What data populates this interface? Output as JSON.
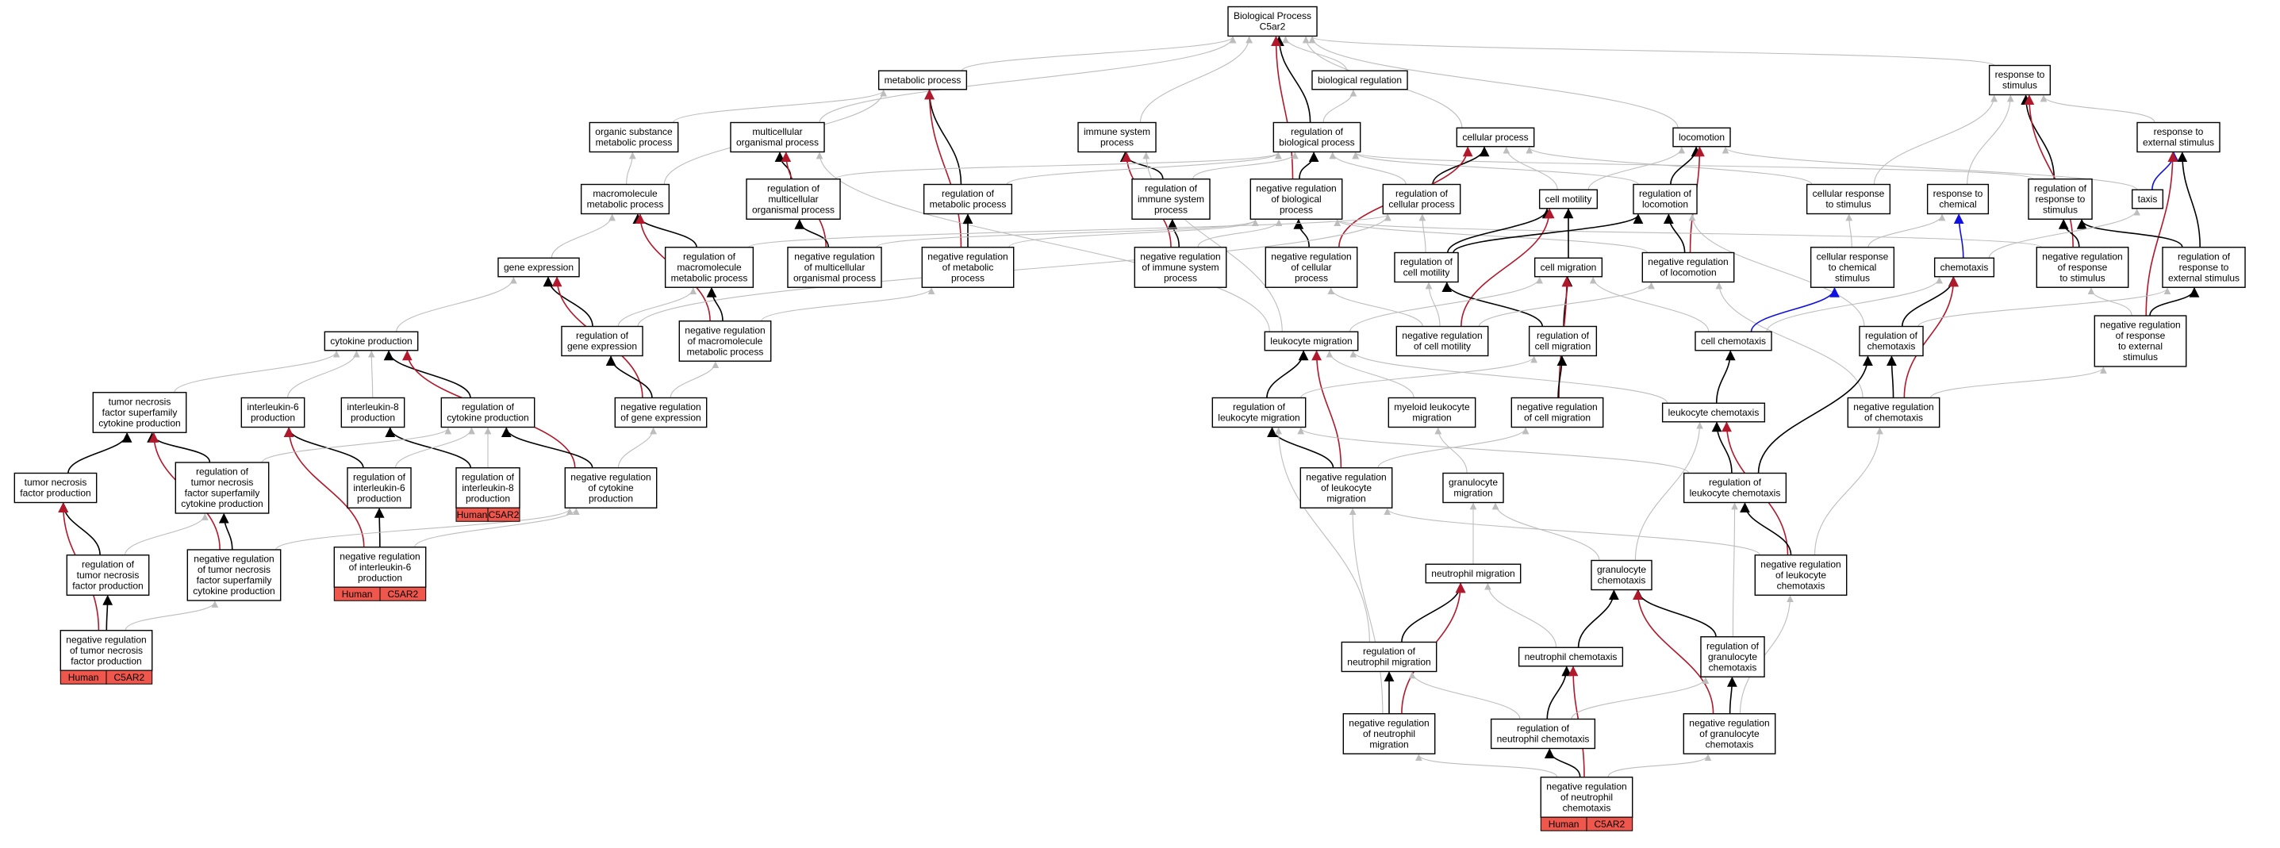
{
  "colors": {
    "grey_edge": "#bdbdbd",
    "black_edge": "#000000",
    "red_edge": "#b2182b",
    "blue_edge": "#1010e0",
    "tag_fill": "#f0574c"
  },
  "nodes": [
    {
      "id": "root",
      "label": [
        "Biological Process",
        "C5ar2"
      ]
    },
    {
      "id": "metabolic",
      "label": [
        "metabolic process"
      ]
    },
    {
      "id": "biolreg",
      "label": [
        "biological regulation"
      ]
    },
    {
      "id": "response",
      "label": [
        "response to",
        "stimulus"
      ]
    },
    {
      "id": "organic",
      "label": [
        "organic substance",
        "metabolic process"
      ]
    },
    {
      "id": "multicell",
      "label": [
        "multicellular",
        "organismal process"
      ]
    },
    {
      "id": "immune",
      "label": [
        "immune system",
        "process"
      ]
    },
    {
      "id": "regbio",
      "label": [
        "regulation of",
        "biological process"
      ]
    },
    {
      "id": "cellular",
      "label": [
        "cellular process"
      ]
    },
    {
      "id": "locomotion",
      "label": [
        "locomotion"
      ]
    },
    {
      "id": "respext",
      "label": [
        "response to",
        "external stimulus"
      ]
    },
    {
      "id": "macro",
      "label": [
        "macromolecule",
        "metabolic process"
      ]
    },
    {
      "id": "regmulti",
      "label": [
        "regulation of",
        "multicellular",
        "organismal process"
      ]
    },
    {
      "id": "regmetab",
      "label": [
        "regulation of",
        "metabolic process"
      ]
    },
    {
      "id": "regimmune",
      "label": [
        "regulation of",
        "immune system",
        "process"
      ]
    },
    {
      "id": "negregbio",
      "label": [
        "negative regulation",
        "of biological",
        "process"
      ]
    },
    {
      "id": "regcell",
      "label": [
        "regulation of",
        "cellular process"
      ]
    },
    {
      "id": "cellmot",
      "label": [
        "cell motility"
      ]
    },
    {
      "id": "regloco",
      "label": [
        "regulation of",
        "locomotion"
      ]
    },
    {
      "id": "cellresp",
      "label": [
        "cellular response",
        "to stimulus"
      ]
    },
    {
      "id": "respchem",
      "label": [
        "response to",
        "chemical"
      ]
    },
    {
      "id": "regresp",
      "label": [
        "regulation of",
        "response to",
        "stimulus"
      ]
    },
    {
      "id": "taxis",
      "label": [
        "taxis"
      ]
    },
    {
      "id": "geneexp",
      "label": [
        "gene expression"
      ]
    },
    {
      "id": "regmacro",
      "label": [
        "regulation of",
        "macromolecule",
        "metabolic process"
      ]
    },
    {
      "id": "negregmulti",
      "label": [
        "negative regulation",
        "of multicellular",
        "organismal process"
      ]
    },
    {
      "id": "negregmetab",
      "label": [
        "negative regulation",
        "of metabolic",
        "process"
      ]
    },
    {
      "id": "negregimmune",
      "label": [
        "negative regulation",
        "of immune system",
        "process"
      ]
    },
    {
      "id": "negregcell",
      "label": [
        "negative regulation",
        "of cellular",
        "process"
      ]
    },
    {
      "id": "regcellmot",
      "label": [
        "regulation of",
        "cell motility"
      ]
    },
    {
      "id": "cellmig",
      "label": [
        "cell migration"
      ]
    },
    {
      "id": "negregloco",
      "label": [
        "negative regulation",
        "of locomotion"
      ]
    },
    {
      "id": "cellrespchem",
      "label": [
        "cellular response",
        "to chemical",
        "stimulus"
      ]
    },
    {
      "id": "chemotaxis",
      "label": [
        "chemotaxis"
      ]
    },
    {
      "id": "negregresp",
      "label": [
        "negative regulation",
        "of response",
        "to stimulus"
      ]
    },
    {
      "id": "regrespext",
      "label": [
        "regulation of",
        "response to",
        "external stimulus"
      ]
    },
    {
      "id": "cytokine",
      "label": [
        "cytokine production"
      ]
    },
    {
      "id": "reggene",
      "label": [
        "regulation of",
        "gene expression"
      ]
    },
    {
      "id": "negregmacro",
      "label": [
        "negative regulation",
        "of macromolecule",
        "metabolic process"
      ]
    },
    {
      "id": "leukmig",
      "label": [
        "leukocyte migration"
      ]
    },
    {
      "id": "negregcellmot",
      "label": [
        "negative regulation",
        "of cell motility"
      ]
    },
    {
      "id": "regcellmig",
      "label": [
        "regulation of",
        "cell migration"
      ]
    },
    {
      "id": "cellchemo",
      "label": [
        "cell chemotaxis"
      ]
    },
    {
      "id": "regchemo",
      "label": [
        "regulation of",
        "chemotaxis"
      ]
    },
    {
      "id": "negregrespext",
      "label": [
        "negative regulation",
        "of response",
        "to external",
        "stimulus"
      ]
    },
    {
      "id": "tnfsf",
      "label": [
        "tumor necrosis",
        "factor superfamily",
        "cytokine production"
      ]
    },
    {
      "id": "il6",
      "label": [
        "interleukin-6",
        "production"
      ]
    },
    {
      "id": "il8",
      "label": [
        "interleukin-8",
        "production"
      ]
    },
    {
      "id": "regcyto",
      "label": [
        "regulation of",
        "cytokine production"
      ]
    },
    {
      "id": "negreggene",
      "label": [
        "negative regulation",
        "of gene expression"
      ]
    },
    {
      "id": "regleukmig",
      "label": [
        "regulation of",
        "leukocyte migration"
      ]
    },
    {
      "id": "myeloid",
      "label": [
        "myeloid leukocyte",
        "migration"
      ]
    },
    {
      "id": "negregcellmig",
      "label": [
        "negative regulation",
        "of cell migration"
      ]
    },
    {
      "id": "leukchemo",
      "label": [
        "leukocyte chemotaxis"
      ]
    },
    {
      "id": "negregchemo",
      "label": [
        "negative regulation",
        "of chemotaxis"
      ]
    },
    {
      "id": "tnfprod",
      "label": [
        "tumor necrosis",
        "factor production"
      ]
    },
    {
      "id": "regtnfsf",
      "label": [
        "regulation of",
        "tumor necrosis",
        "factor superfamily",
        "cytokine production"
      ]
    },
    {
      "id": "regil6",
      "label": [
        "regulation of",
        "interleukin-6",
        "production"
      ]
    },
    {
      "id": "regil8",
      "label": [
        "regulation of",
        "interleukin-8",
        "production"
      ],
      "tag": [
        "Human",
        "C5AR2"
      ]
    },
    {
      "id": "negregcyto",
      "label": [
        "negative regulation",
        "of cytokine",
        "production"
      ]
    },
    {
      "id": "negregleukmig",
      "label": [
        "negative regulation",
        "of leukocyte",
        "migration"
      ]
    },
    {
      "id": "granmig",
      "label": [
        "granulocyte",
        "migration"
      ]
    },
    {
      "id": "regleukchemo",
      "label": [
        "regulation of",
        "leukocyte chemotaxis"
      ]
    },
    {
      "id": "regtnf",
      "label": [
        "regulation of",
        "tumor necrosis",
        "factor production"
      ]
    },
    {
      "id": "negregtnfsf",
      "label": [
        "negative regulation",
        "of tumor necrosis",
        "factor superfamily",
        "cytokine production"
      ]
    },
    {
      "id": "negregil6",
      "label": [
        "negative regulation",
        "of interleukin-6",
        "production"
      ],
      "tag": [
        "Human",
        "C5AR2"
      ]
    },
    {
      "id": "neutmig",
      "label": [
        "neutrophil migration"
      ]
    },
    {
      "id": "granchemo",
      "label": [
        "granulocyte",
        "chemotaxis"
      ]
    },
    {
      "id": "negregleukchemo",
      "label": [
        "negative regulation",
        "of leukocyte",
        "chemotaxis"
      ]
    },
    {
      "id": "negregtnf",
      "label": [
        "negative regulation",
        "of tumor necrosis",
        "factor production"
      ],
      "tag": [
        "Human",
        "C5AR2"
      ]
    },
    {
      "id": "regneutmig",
      "label": [
        "regulation of",
        "neutrophil migration"
      ]
    },
    {
      "id": "neutchemo",
      "label": [
        "neutrophil chemotaxis"
      ]
    },
    {
      "id": "reggranchemo",
      "label": [
        "regulation of",
        "granulocyte",
        "chemotaxis"
      ]
    },
    {
      "id": "negregneutmig",
      "label": [
        "negative regulation",
        "of neutrophil",
        "migration"
      ]
    },
    {
      "id": "regneutchemo",
      "label": [
        "regulation of",
        "neutrophil chemotaxis"
      ]
    },
    {
      "id": "negreggranchemo",
      "label": [
        "negative regulation",
        "of granulocyte",
        "chemotaxis"
      ]
    },
    {
      "id": "negregneutchemo",
      "label": [
        "negative regulation",
        "of neutrophil",
        "chemotaxis"
      ],
      "tag": [
        "Human",
        "C5AR2"
      ]
    }
  ],
  "edges": [
    [
      "metabolic",
      "root",
      "g"
    ],
    [
      "biolreg",
      "root",
      "g"
    ],
    [
      "response",
      "root",
      "g"
    ],
    [
      "multicell",
      "root",
      "g"
    ],
    [
      "immune",
      "root",
      "g"
    ],
    [
      "regbio",
      "root",
      "k"
    ],
    [
      "cellular",
      "root",
      "g"
    ],
    [
      "locomotion",
      "root",
      "g"
    ],
    [
      "negregbio",
      "root",
      "r"
    ],
    [
      "organic",
      "metabolic",
      "g"
    ],
    [
      "macro",
      "metabolic",
      "g"
    ],
    [
      "regmetab",
      "metabolic",
      "k"
    ],
    [
      "negregmetab",
      "metabolic",
      "r"
    ],
    [
      "regbio",
      "biolreg",
      "g"
    ],
    [
      "respext",
      "response",
      "g"
    ],
    [
      "regresp",
      "response",
      "k"
    ],
    [
      "negregresp",
      "response",
      "r"
    ],
    [
      "cellresp",
      "response",
      "g"
    ],
    [
      "respchem",
      "response",
      "g"
    ],
    [
      "macro",
      "organic",
      "g"
    ],
    [
      "regmulti",
      "multicell",
      "k"
    ],
    [
      "negregmulti",
      "multicell",
      "r"
    ],
    [
      "leukmig",
      "multicell",
      "g"
    ],
    [
      "regimmune",
      "immune",
      "k"
    ],
    [
      "negregimmune",
      "immune",
      "r"
    ],
    [
      "leukmig",
      "immune",
      "g"
    ],
    [
      "negregbio",
      "regbio",
      "k"
    ],
    [
      "regmulti",
      "regbio",
      "g"
    ],
    [
      "regmetab",
      "regbio",
      "g"
    ],
    [
      "regimmune",
      "regbio",
      "g"
    ],
    [
      "regcell",
      "regbio",
      "g"
    ],
    [
      "regloco",
      "regbio",
      "g"
    ],
    [
      "regresp",
      "regbio",
      "g"
    ],
    [
      "regcell",
      "cellular",
      "k"
    ],
    [
      "negregcell",
      "cellular",
      "r"
    ],
    [
      "cellmot",
      "cellular",
      "g"
    ],
    [
      "cellresp",
      "cellular",
      "g"
    ],
    [
      "regloco",
      "locomotion",
      "k"
    ],
    [
      "negregloco",
      "locomotion",
      "r"
    ],
    [
      "cellmot",
      "locomotion",
      "g"
    ],
    [
      "taxis",
      "locomotion",
      "g"
    ],
    [
      "taxis",
      "respext",
      "b"
    ],
    [
      "regrespext",
      "respext",
      "k"
    ],
    [
      "negregrespext",
      "respext",
      "r"
    ],
    [
      "geneexp",
      "macro",
      "g"
    ],
    [
      "regmacro",
      "macro",
      "k"
    ],
    [
      "negregmacro",
      "macro",
      "r"
    ],
    [
      "negregmulti",
      "regmulti",
      "k"
    ],
    [
      "negregmetab",
      "regmetab",
      "k"
    ],
    [
      "negregimmune",
      "regimmune",
      "k"
    ],
    [
      "negregcell",
      "negregbio",
      "k"
    ],
    [
      "negregmulti",
      "negregbio",
      "g"
    ],
    [
      "negregmetab",
      "negregbio",
      "g"
    ],
    [
      "negregimmune",
      "negregbio",
      "g"
    ],
    [
      "negregloco",
      "negregbio",
      "g"
    ],
    [
      "negregresp",
      "negregbio",
      "g"
    ],
    [
      "regcellmot",
      "regcell",
      "g"
    ],
    [
      "reggene",
      "regcell",
      "g"
    ],
    [
      "regmacro",
      "regcell",
      "g"
    ],
    [
      "cellmig",
      "cellmot",
      "k"
    ],
    [
      "regcellmot",
      "cellmot",
      "k"
    ],
    [
      "negregcellmot",
      "cellmot",
      "r"
    ],
    [
      "regcellmot",
      "regloco",
      "k"
    ],
    [
      "negregloco",
      "regloco",
      "k"
    ],
    [
      "regchemo",
      "regloco",
      "g"
    ],
    [
      "cellrespchem",
      "cellresp",
      "g"
    ],
    [
      "cellrespchem",
      "respchem",
      "g"
    ],
    [
      "chemotaxis",
      "respchem",
      "b"
    ],
    [
      "regrespext",
      "regresp",
      "k"
    ],
    [
      "negregresp",
      "regresp",
      "k"
    ],
    [
      "chemotaxis",
      "taxis",
      "g"
    ],
    [
      "reggene",
      "geneexp",
      "k"
    ],
    [
      "negreggene",
      "geneexp",
      "r"
    ],
    [
      "cytokine",
      "geneexp",
      "g"
    ],
    [
      "reggene",
      "regmacro",
      "g"
    ],
    [
      "negregmacro",
      "regmacro",
      "k"
    ],
    [
      "negregmacro",
      "negregmetab",
      "g"
    ],
    [
      "negregcellmot",
      "negregcell",
      "g"
    ],
    [
      "negregcellmot",
      "regcellmot",
      "g"
    ],
    [
      "regcellmig",
      "regcellmot",
      "k"
    ],
    [
      "leukmig",
      "cellmig",
      "g"
    ],
    [
      "cellchemo",
      "cellmig",
      "g"
    ],
    [
      "regcellmig",
      "cellmig",
      "k"
    ],
    [
      "negregcellmig",
      "cellmig",
      "r"
    ],
    [
      "negregcellmot",
      "negregloco",
      "g"
    ],
    [
      "negregchemo",
      "negregloco",
      "g"
    ],
    [
      "cellchemo",
      "cellrespchem",
      "b"
    ],
    [
      "cellchemo",
      "chemotaxis",
      "g"
    ],
    [
      "regchemo",
      "chemotaxis",
      "k"
    ],
    [
      "negregchemo",
      "chemotaxis",
      "r"
    ],
    [
      "negregrespext",
      "negregresp",
      "g"
    ],
    [
      "negregrespext",
      "regrespext",
      "k"
    ],
    [
      "regchemo",
      "regrespext",
      "g"
    ],
    [
      "regcyto",
      "cytokine",
      "k"
    ],
    [
      "negregcyto",
      "cytokine",
      "r"
    ],
    [
      "tnfsf",
      "cytokine",
      "g"
    ],
    [
      "il6",
      "cytokine",
      "g"
    ],
    [
      "il8",
      "cytokine",
      "g"
    ],
    [
      "negreggene",
      "reggene",
      "k"
    ],
    [
      "negreggene",
      "negregmacro",
      "g"
    ],
    [
      "regleukmig",
      "leukmig",
      "k"
    ],
    [
      "negregleukmig",
      "leukmig",
      "r"
    ],
    [
      "myeloid",
      "leukmig",
      "g"
    ],
    [
      "leukchemo",
      "leukmig",
      "g"
    ],
    [
      "negregcellmig",
      "regcellmig",
      "k"
    ],
    [
      "regleukmig",
      "regcellmig",
      "g"
    ],
    [
      "leukchemo",
      "cellchemo",
      "k"
    ],
    [
      "regleukchemo",
      "regchemo",
      "k"
    ],
    [
      "negregchemo",
      "regchemo",
      "k"
    ],
    [
      "negregchemo",
      "negregrespext",
      "g"
    ],
    [
      "tnfprod",
      "tnfsf",
      "k"
    ],
    [
      "regtnfsf",
      "tnfsf",
      "k"
    ],
    [
      "negregtnfsf",
      "tnfsf",
      "r"
    ],
    [
      "regil6",
      "il6",
      "k"
    ],
    [
      "negregil6",
      "il6",
      "r"
    ],
    [
      "regil8",
      "il8",
      "k"
    ],
    [
      "regtnfsf",
      "regcyto",
      "g"
    ],
    [
      "regil6",
      "regcyto",
      "g"
    ],
    [
      "regil8",
      "regcyto",
      "g"
    ],
    [
      "negregcyto",
      "regcyto",
      "k"
    ],
    [
      "negregcyto",
      "negreggene",
      "g"
    ],
    [
      "negregleukmig",
      "regleukmig",
      "k"
    ],
    [
      "regleukchemo",
      "regleukmig",
      "g"
    ],
    [
      "negregleukmig",
      "negregcellmig",
      "g"
    ],
    [
      "granmig",
      "myeloid",
      "g"
    ],
    [
      "regleukchemo",
      "leukchemo",
      "k"
    ],
    [
      "negregleukchemo",
      "leukchemo",
      "r"
    ],
    [
      "granchemo",
      "leukchemo",
      "g"
    ],
    [
      "negregleukchemo",
      "negregchemo",
      "g"
    ],
    [
      "regtnf",
      "tnfprod",
      "k"
    ],
    [
      "negregtnf",
      "tnfprod",
      "r"
    ],
    [
      "regtnf",
      "regtnfsf",
      "g"
    ],
    [
      "negregtnfsf",
      "regtnfsf",
      "k"
    ],
    [
      "negregil6",
      "regil6",
      "k"
    ],
    [
      "negregil6",
      "negregcyto",
      "g"
    ],
    [
      "negregtnfsf",
      "negregcyto",
      "g"
    ],
    [
      "negregleukchemo",
      "negregleukmig",
      "g"
    ],
    [
      "regneutmig",
      "regleukmig",
      "g"
    ],
    [
      "neutmig",
      "granmig",
      "g"
    ],
    [
      "granchemo",
      "granmig",
      "g"
    ],
    [
      "reggranchemo",
      "regleukchemo",
      "g"
    ],
    [
      "negregleukchemo",
      "regleukchemo",
      "k"
    ],
    [
      "negregtnf",
      "regtnf",
      "k"
    ],
    [
      "negregtnf",
      "negregtnfsf",
      "g"
    ],
    [
      "regneutmig",
      "neutmig",
      "k"
    ],
    [
      "negregneutmig",
      "neutmig",
      "r"
    ],
    [
      "neutchemo",
      "neutmig",
      "g"
    ],
    [
      "neutchemo",
      "granchemo",
      "k"
    ],
    [
      "reggranchemo",
      "granchemo",
      "k"
    ],
    [
      "negreggranchemo",
      "granchemo",
      "r"
    ],
    [
      "negreggranchemo",
      "negregleukchemo",
      "g"
    ],
    [
      "negregneutmig",
      "negregleukmig",
      "g"
    ],
    [
      "negregneutmig",
      "regneutmig",
      "k"
    ],
    [
      "regneutchemo",
      "regneutmig",
      "g"
    ],
    [
      "regneutchemo",
      "neutchemo",
      "k"
    ],
    [
      "negregneutchemo",
      "neutchemo",
      "r"
    ],
    [
      "regneutchemo",
      "reggranchemo",
      "g"
    ],
    [
      "negreggranchemo",
      "reggranchemo",
      "k"
    ],
    [
      "negregneutchemo",
      "regneutchemo",
      "k"
    ],
    [
      "negregneutchemo",
      "negregneutmig",
      "g"
    ],
    [
      "negregneutchemo",
      "negreggranchemo",
      "g"
    ]
  ]
}
